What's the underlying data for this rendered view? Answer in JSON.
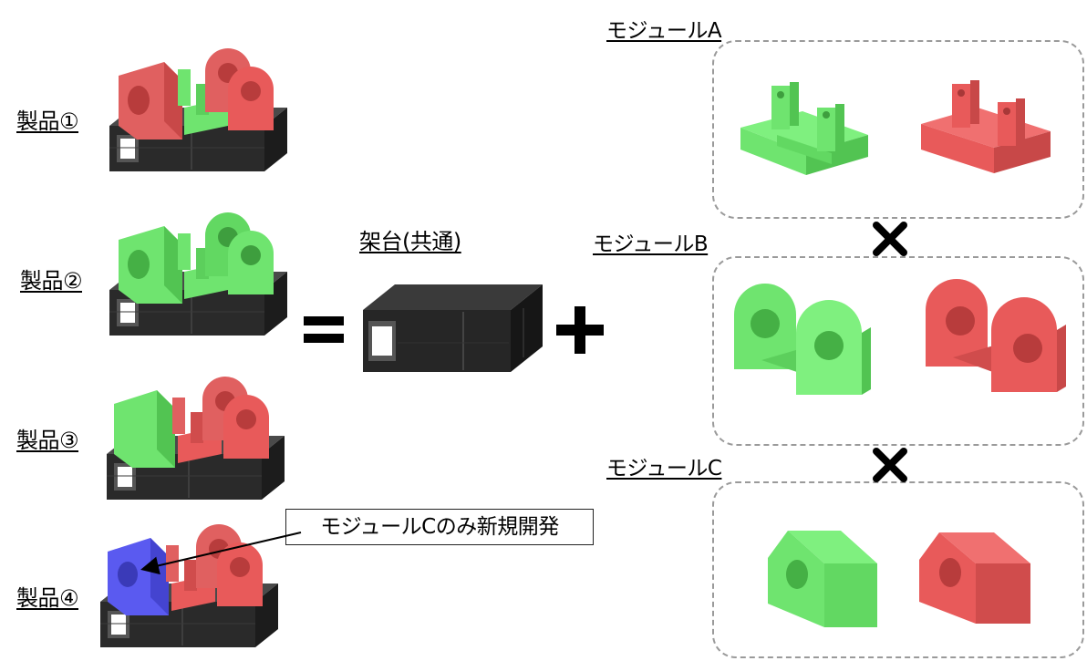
{
  "products": [
    {
      "label": "製品①"
    },
    {
      "label": "製品②"
    },
    {
      "label": "製品③"
    },
    {
      "label": "製品④"
    }
  ],
  "stand": {
    "label": "架台(共通)"
  },
  "operators": {
    "equals": "=",
    "plus": "+",
    "times": "×"
  },
  "modules": [
    {
      "label": "モジュールA"
    },
    {
      "label": "モジュールB"
    },
    {
      "label": "モジュールC"
    }
  ],
  "callout": {
    "text": "モジュールCのみ新規開発"
  },
  "colors": {
    "green": "#6fe46f",
    "red": "#e85a5a",
    "blue": "#5a5af0",
    "stand": "#2a2a2a"
  }
}
